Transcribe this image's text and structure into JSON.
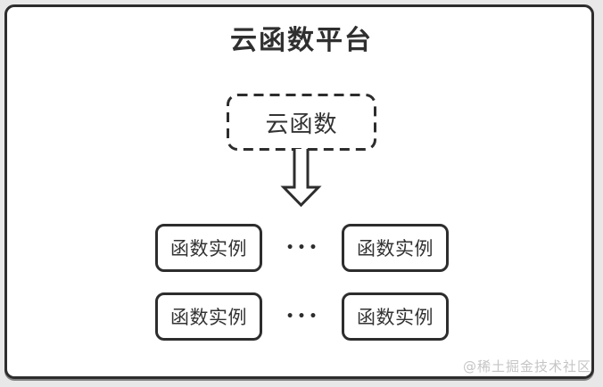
{
  "diagram": {
    "title": "云函数平台",
    "root_node": {
      "label": "云函数",
      "border_style": "dashed"
    },
    "arrow": "down-arrow",
    "rows": [
      {
        "cells": [
          "函数实例",
          "函数实例"
        ],
        "separator": "•••"
      },
      {
        "cells": [
          "函数实例",
          "函数实例"
        ],
        "separator": "•••"
      }
    ],
    "watermark": "@稀土掘金技术社区",
    "colors": {
      "border": "#2d2d2d",
      "text": "#333333",
      "title_text": "#2f2f2f",
      "panel_background": "#ffffff",
      "canvas_background": "#e8e8e8",
      "watermark_text": "#c5c5c5"
    }
  }
}
